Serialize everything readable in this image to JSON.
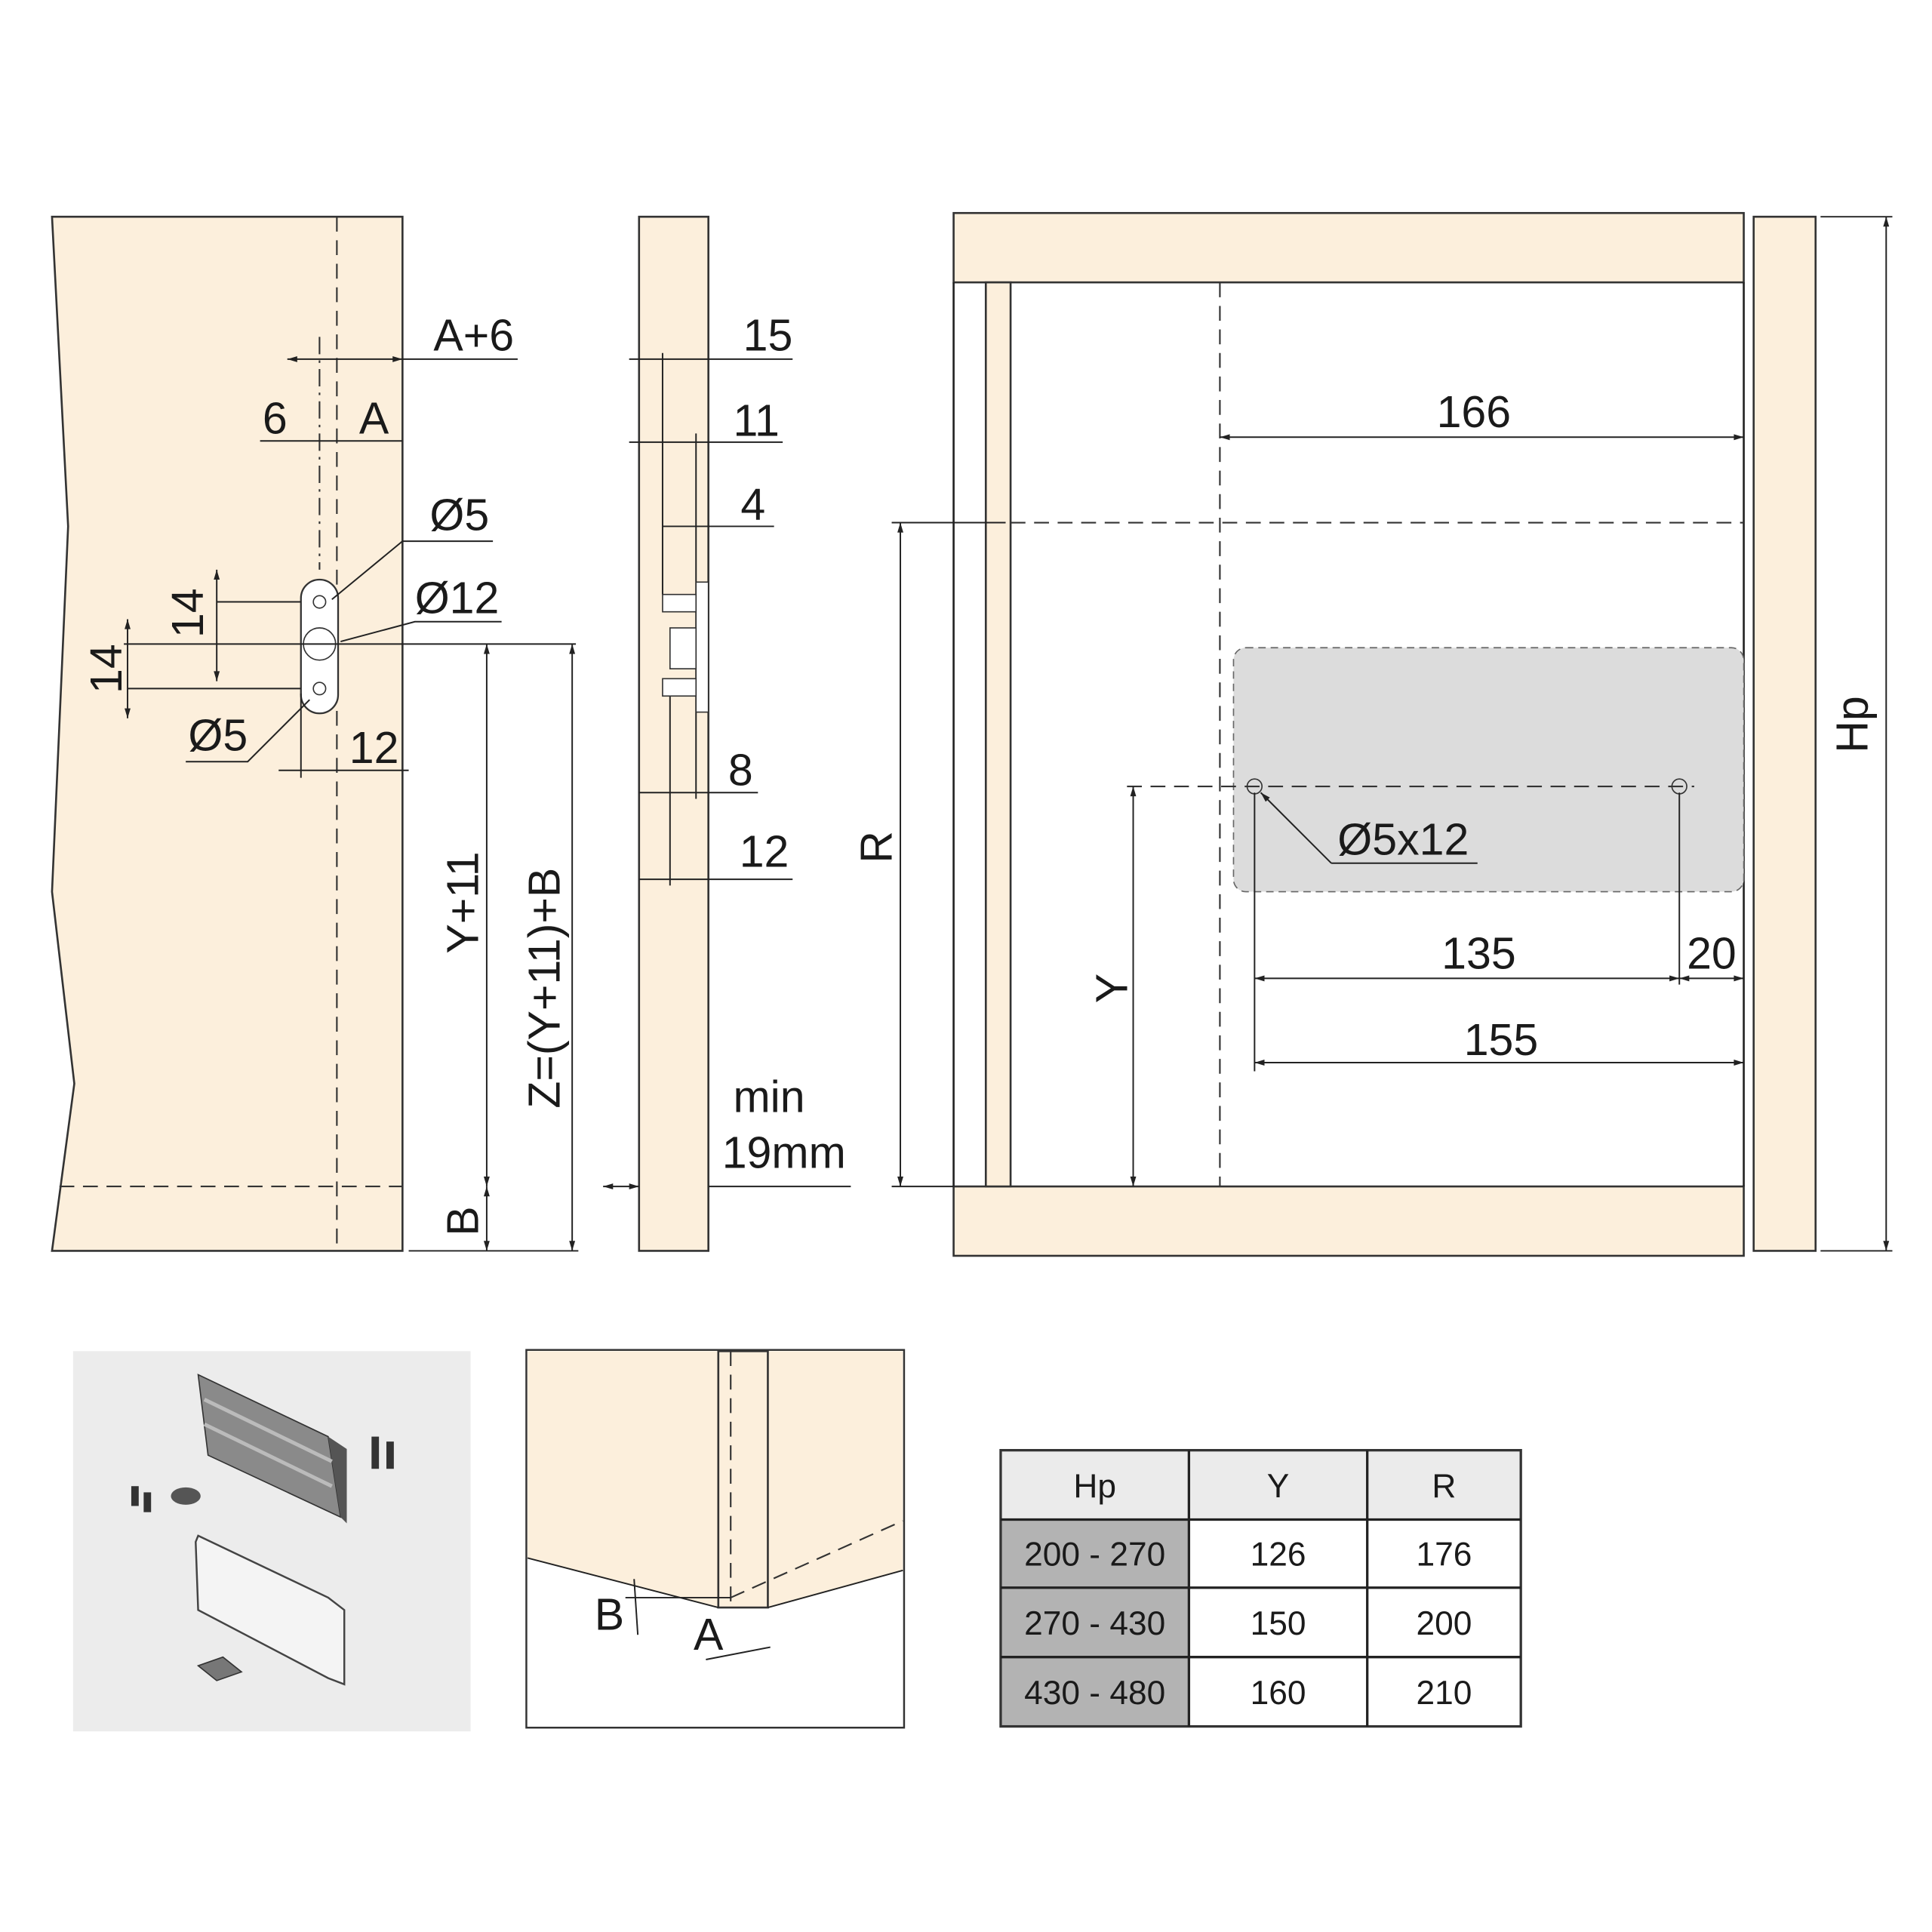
{
  "side_panel": {
    "a_plus_6": "A+6",
    "six": "6",
    "a": "A",
    "dia5_top": "Ø5",
    "dia12": "Ø12",
    "fourteen_upper": "14",
    "fourteen_lower": "14",
    "dia5_bottom": "Ø5",
    "twelve": "12",
    "y_plus_11": "Y+11",
    "z_formula": "Z=(Y+11)+B",
    "b": "B"
  },
  "front_edge": {
    "fifteen": "15",
    "eleven": "11",
    "four": "4",
    "eight": "8",
    "twelve": "12",
    "min": "min",
    "min_value": "19mm"
  },
  "front_view": {
    "d166": "166",
    "r": "R",
    "dia5x12": "Ø5x12",
    "y": "Y",
    "d135": "135",
    "d20": "20",
    "d155": "155",
    "hp": "Hp"
  },
  "detail": {
    "b": "B",
    "a": "A"
  },
  "table": {
    "headers": [
      "Hp",
      "Y",
      "R"
    ],
    "rows": [
      [
        "200 - 270",
        "126",
        "176"
      ],
      [
        "270 - 430",
        "150",
        "200"
      ],
      [
        "430 - 480",
        "160",
        "210"
      ]
    ]
  },
  "colors": {
    "wood": "#fcefdc",
    "insert": "#dcdcdc",
    "hp_column": "#b3b3b3",
    "header": "#ebebeb"
  }
}
